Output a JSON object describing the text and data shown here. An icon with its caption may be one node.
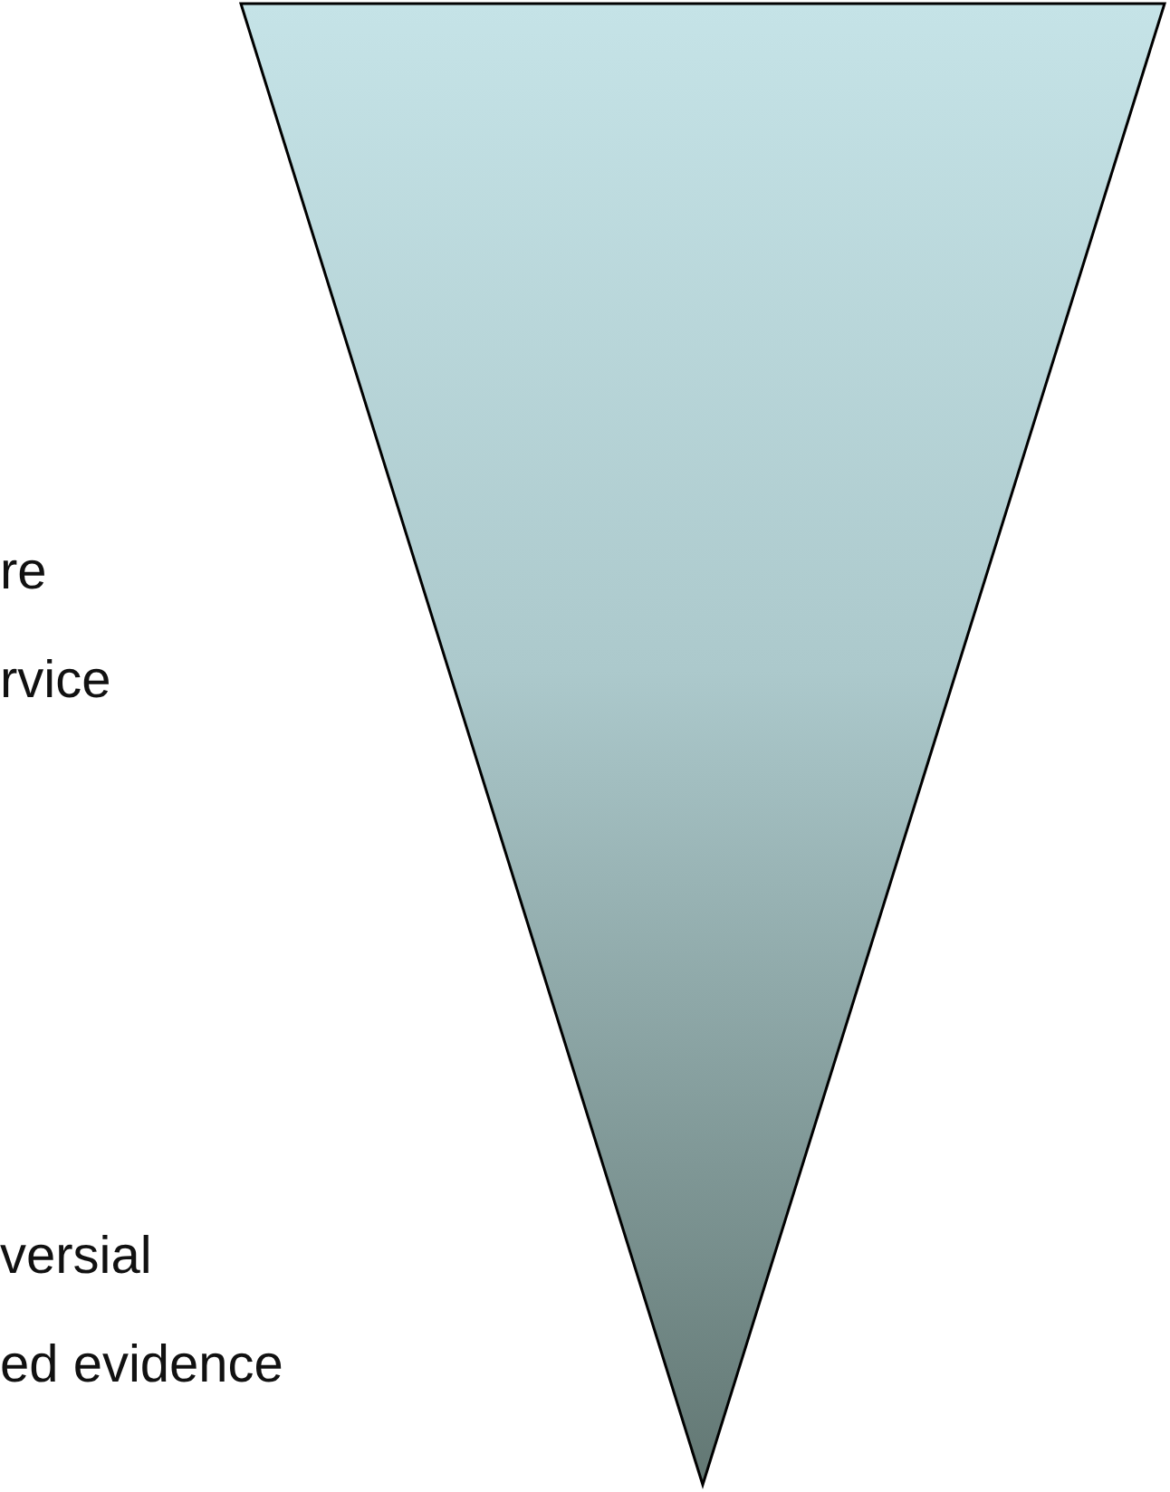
{
  "diagram": {
    "labels": [
      "re",
      "rvice",
      "versial",
      "ed evidence"
    ]
  }
}
